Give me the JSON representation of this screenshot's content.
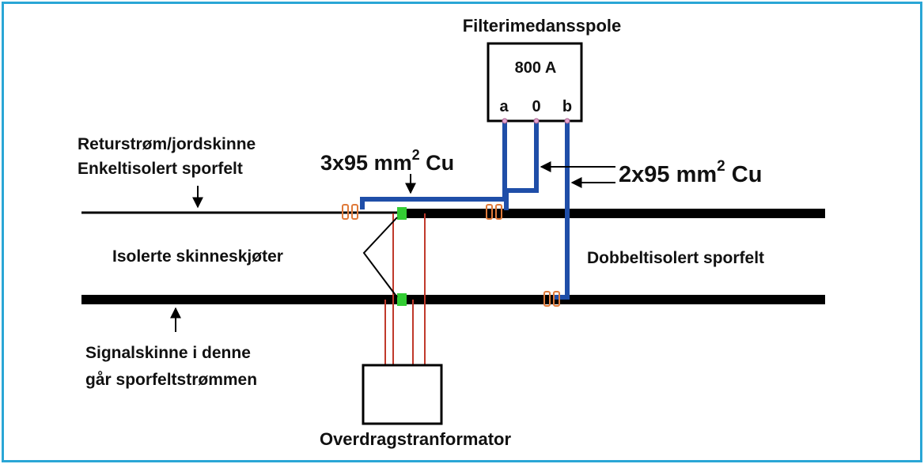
{
  "diagram": {
    "coil_title": "Filterimedansspole",
    "coil_rating": "800 A",
    "terminal_a": "a",
    "terminal_0": "0",
    "terminal_b": "b",
    "return_rail_label_1": "Returstrøm/jordskinne",
    "return_rail_label_2": "Enkeltisolert sporfelt",
    "cable_left_prefix": "3x95 mm",
    "cable_left_sup": "2",
    "cable_left_suffix": " Cu",
    "cable_right_prefix": "2x95 mm",
    "cable_right_sup": "2",
    "cable_right_suffix": " Cu",
    "joints_label": "Isolerte skinneskjøter",
    "double_section_label": "Dobbeltisolert sporfelt",
    "signal_rail_label_1": "Signalskinne i denne",
    "signal_rail_label_2": "går sporfeltstrømmen",
    "transformer_label": "Overdragstranformator"
  },
  "colors": {
    "frame": "#2aa6d6",
    "cable": "#1f4ea8",
    "signal_wire": "#c0392b",
    "joint": "#33cc33",
    "rail": "#000000"
  }
}
